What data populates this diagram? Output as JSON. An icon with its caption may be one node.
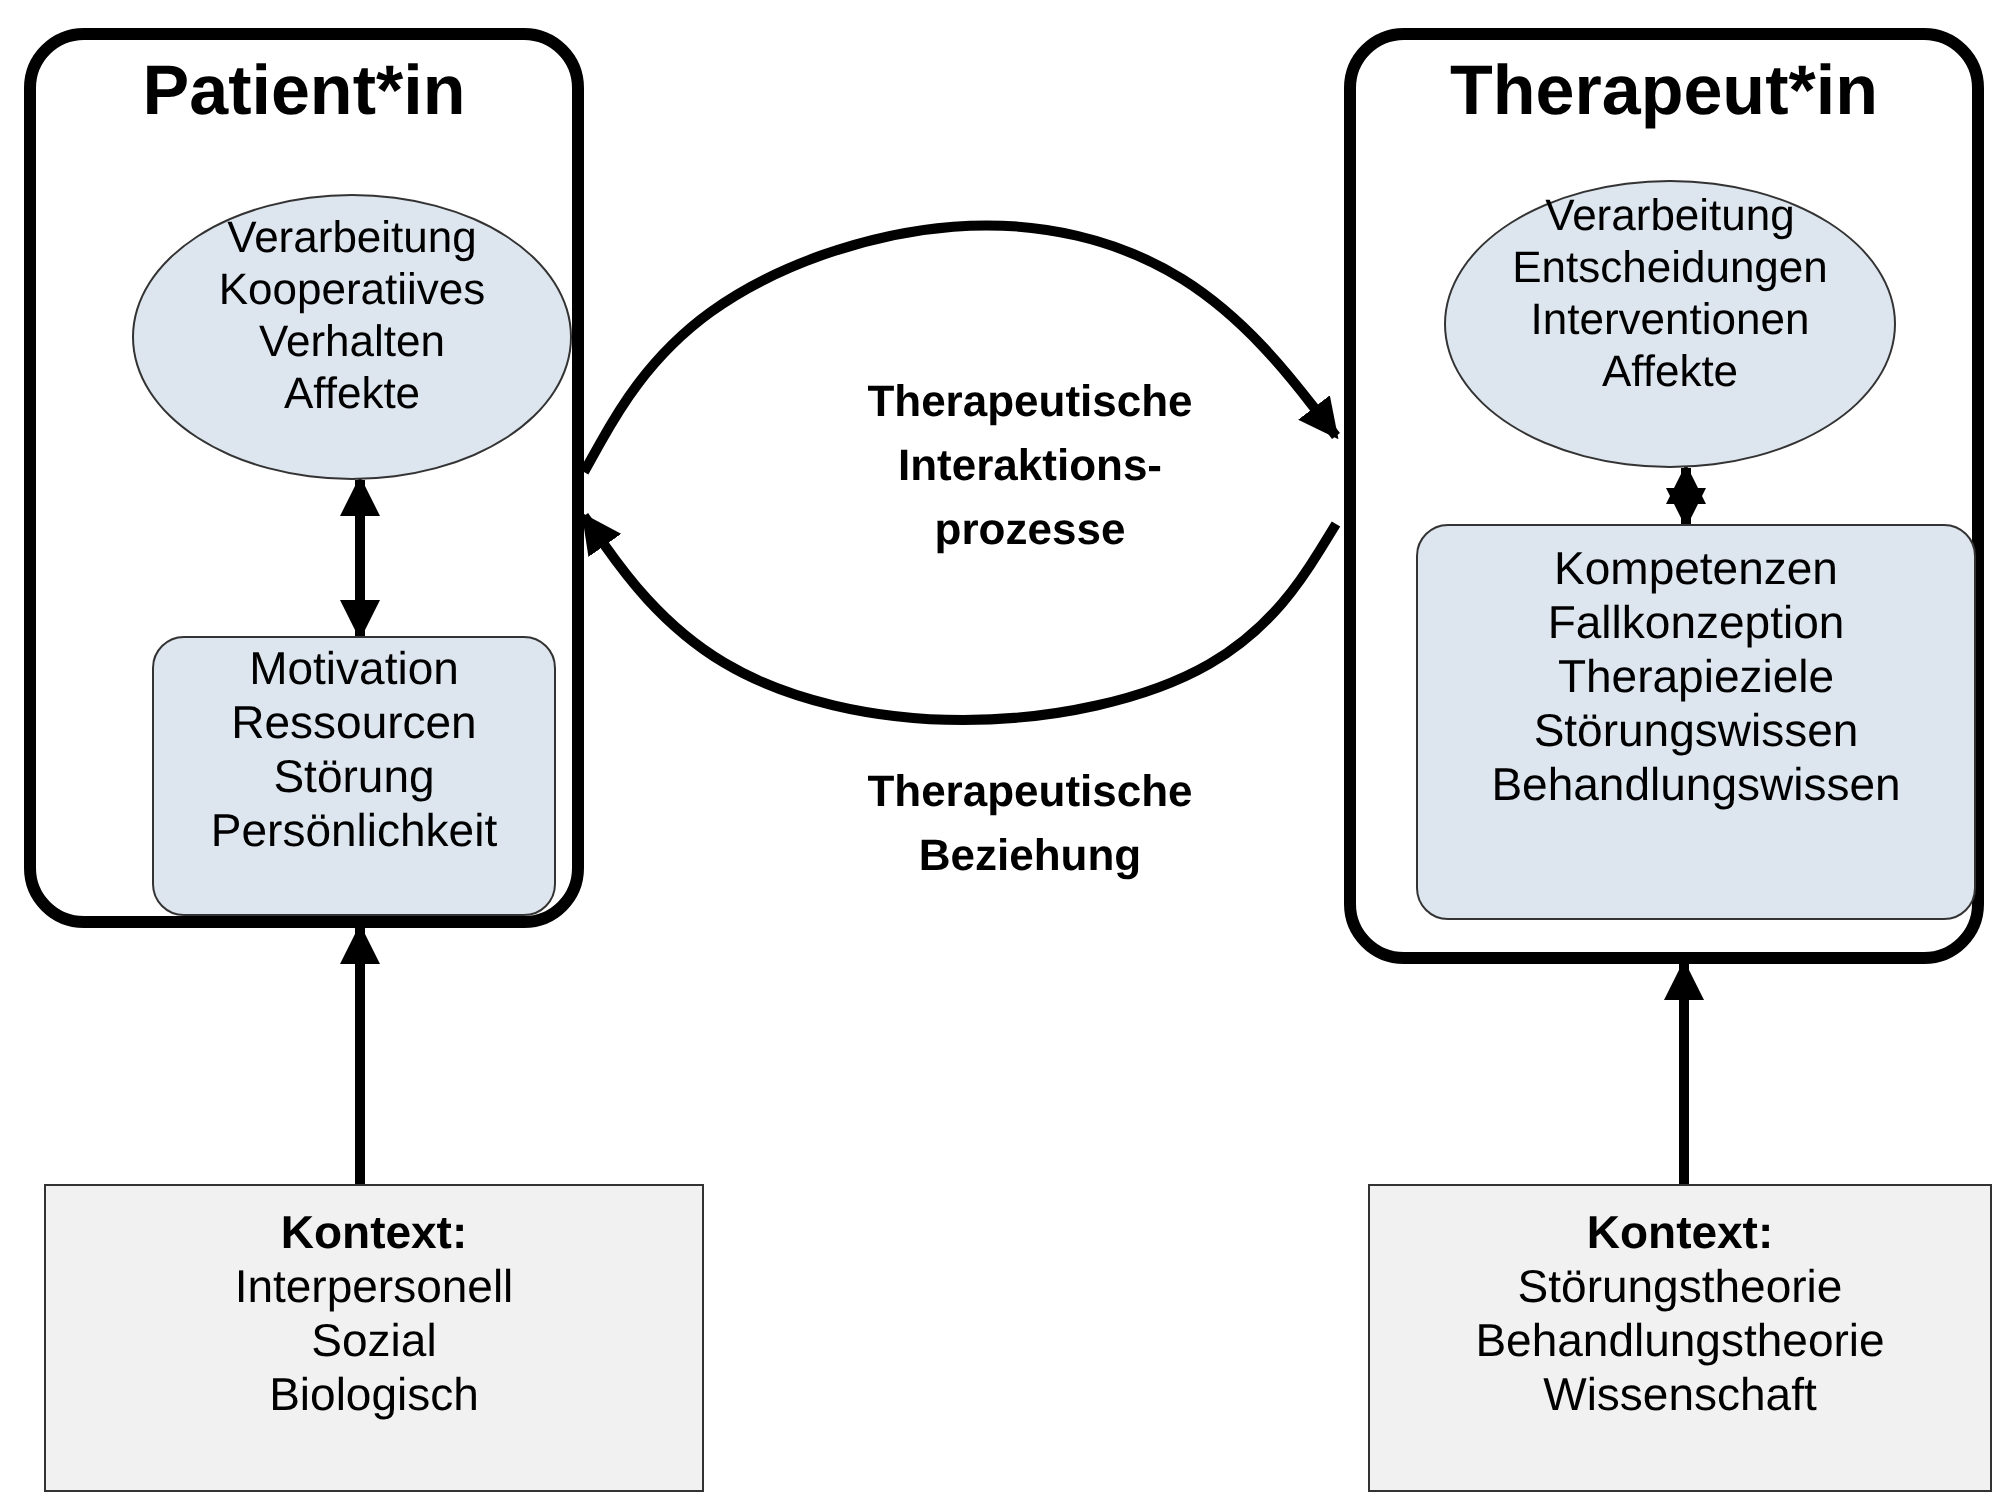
{
  "diagram": {
    "nodes": [
      {
        "text": [
          "Patient*in"
        ]
      },
      {
        "text": [
          "Verarbeitung",
          "Kooperatiives Verhalten",
          "Affekte"
        ],
        "in": 0
      },
      {
        "text": [
          "Motivation",
          "Ressourcen",
          "Störung",
          "Persönlichkeit"
        ],
        "in": 0
      },
      {
        "text": [
          "Therapeut*in"
        ]
      },
      {
        "text": [
          "Verarbeitung",
          "Entscheidungen",
          "Interventionen",
          "Affekte"
        ],
        "in": 3
      },
      {
        "text": [
          "Kompetenzen",
          "Fallkonzeption",
          "Therapieziele",
          "Störungswissen",
          "Behandlungswissen"
        ],
        "in": 3
      },
      {
        "text": [
          "Kontext:",
          "Interpersonell",
          "Sozial",
          "Biologisch"
        ]
      },
      {
        "text": [
          "Kontext:",
          "Störungstheorie",
          "Behandlungstheorie",
          "Wissenschaft"
        ]
      }
    ],
    "edges": [
      {
        "from": 0,
        "to": 3,
        "arrow": "to"
      },
      {
        "from": 3,
        "to": 0,
        "arrow": "to"
      },
      {
        "from": 1,
        "to": 2,
        "arrow": "both"
      },
      {
        "from": 4,
        "to": 5,
        "arrow": "both"
      },
      {
        "from": 6,
        "to": 0,
        "arrow": "to"
      },
      {
        "from": 7,
        "to": 3,
        "arrow": "to"
      }
    ],
    "labels": [
      "Therapeutische Interaktions- prozesse",
      "Therapeutische Beziehung"
    ]
  }
}
